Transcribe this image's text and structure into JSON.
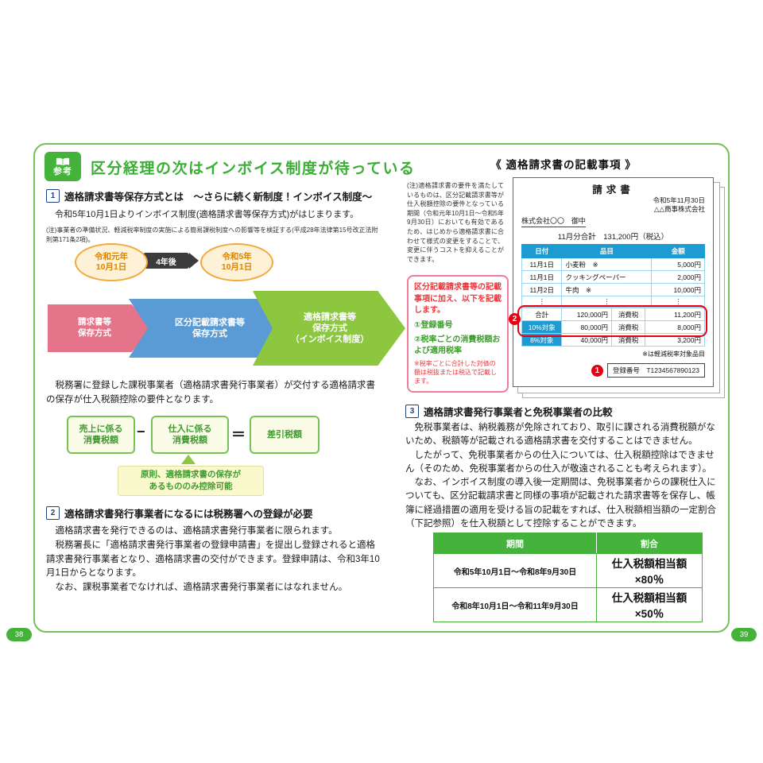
{
  "header": {
    "badge": "参考",
    "title": "区分経理の次はインボイス制度が待っている"
  },
  "pages": {
    "left_no": "38",
    "right_no": "39"
  },
  "left": {
    "s1": {
      "num": "1",
      "title": "適格請求書等保存方式とは　〜さらに続く新制度！インボイス制度〜",
      "intro": "　令和5年10月1日よりインボイス制度(適格請求書等保存方式)がはじまります。",
      "note": "(注)事業者の準備状況、軽減税率制度の実施による簡易課税制度への影響等を検証する(平成28年法律第15号改正法附則第171条2項)。"
    },
    "timeline": {
      "start": "令和元年\n10月1日",
      "arrow_label": "4年後",
      "end": "令和5年\n10月1日"
    },
    "flow": {
      "step1": "請求書等\n保存方式",
      "step2": "区分記載請求書等\n保存方式",
      "step3": "適格請求書等\n保存方式\n（インボイス制度）"
    },
    "registration_para": "　税務署に登録した課税事業者（適格請求書発行事業者）が交付する適格請求書の保存が仕入税額控除の要件となります。",
    "formula": {
      "box1": "売上に係る\n消費税額",
      "minus": "−",
      "box2": "仕入に係る\n消費税額",
      "equals": "＝",
      "box3": "差引税額",
      "note": "原則、適格請求書の保存が\nあるもののみ控除可能"
    },
    "s2": {
      "num": "2",
      "title": "適格請求書発行事業者になるには税務署への登録が必要",
      "p1": "　適格請求書を発行できるのは、適格請求書発行事業者に限られます。",
      "p2": "　税務署長に「適格請求書発行事業者の登録申請書」を提出し登録されると適格請求書発行事業者となり、適格請求書の交付ができます。登録申請は、令和3年10月1日からとなります。",
      "p3": "　なお、課税事業者でなければ、適格請求書発行事業者にはなれません。"
    }
  },
  "right": {
    "title": "《 適格請求書の記載事項 》",
    "side_note": "(注)適格請求書の要件を満たしているものは、区分記載請求書等が仕入税額控除の要件となっている期間（令和元年10月1日〜令和5年9月30日）においても有効であるため、はじめから適格請求書に合わせて様式の変更をすることで、変更に伴うコストを抑えることができます。",
    "invoice": {
      "title": "請求書",
      "date": "令和5年11月30日",
      "issuer": "△△商事株式会社",
      "addressee": "株式会社〇〇　御中",
      "total": "11月分合計　131,200円（税込）",
      "headers": [
        "日付",
        "品目",
        "金額"
      ],
      "rows": [
        [
          "11月1日",
          "小麦粉　※",
          "5,000円"
        ],
        [
          "11月1日",
          "クッキングペーパー",
          "2,000円"
        ],
        [
          "11月2日",
          "牛肉　※",
          "10,000円"
        ],
        [
          "⋮",
          "⋮",
          "⋮"
        ]
      ],
      "summary": [
        {
          "label": "合計",
          "amount": "120,000円",
          "tax_label": "消費税",
          "tax": "11,200円"
        },
        {
          "label": "10%対象",
          "amount": "80,000円",
          "tax_label": "消費税",
          "tax": "8,000円"
        },
        {
          "label": "8%対象",
          "amount": "40,000円",
          "tax_label": "消費税",
          "tax": "3,200円"
        }
      ],
      "reduced_note": "※は軽減税率対象品目",
      "registration": "登録番号　T1234567890123",
      "marker1": "1",
      "marker2": "2"
    },
    "pink_note": {
      "lead": "区分記載請求書等の記載事項に加え、以下を記載します。",
      "item1": "①登録番号",
      "item2": "②税率ごとの消費税額および適用税率",
      "sub": "※税率ごとに合計した対価の額は税抜または税込で記載します。"
    },
    "s3": {
      "num": "3",
      "title": "適格請求書発行事業者と免税事業者の比較",
      "p1": "　免税事業者は、納税義務が免除されており、取引に課される消費税額がないため、税額等が記載される適格請求書を交付することはできません。",
      "p2": "　したがって、免税事業者からの仕入については、仕入税額控除はできません（そのため、免税事業者からの仕入が敬遠されることも考えられます）。",
      "p3": "　なお、インボイス制度の導入後一定期間は、免税事業者からの課税仕入についても、区分記載請求書と同様の事項が記載された請求書等を保存し、帳簿に経過措置の適用を受ける旨の記載をすれば、仕入税額相当額の一定割合（下記参照）を仕入税額として控除することができます。"
    },
    "rate_table": {
      "headers": [
        "期間",
        "割合"
      ],
      "rows": [
        [
          "令和5年10月1日〜令和8年9月30日",
          "仕入税額相当額×80％"
        ],
        [
          "令和8年10月1日〜令和11年9月30日",
          "仕入税額相当額×50％"
        ]
      ]
    }
  },
  "colors": {
    "brand_green": "#45b33b",
    "invoice_blue": "#1d9bd3",
    "marker_red": "#e60012",
    "arrow_pink": "#e5738a",
    "arrow_blue": "#5b9bd5",
    "arrow_green": "#8dc63f",
    "oval_orange": "#f3a83c"
  }
}
